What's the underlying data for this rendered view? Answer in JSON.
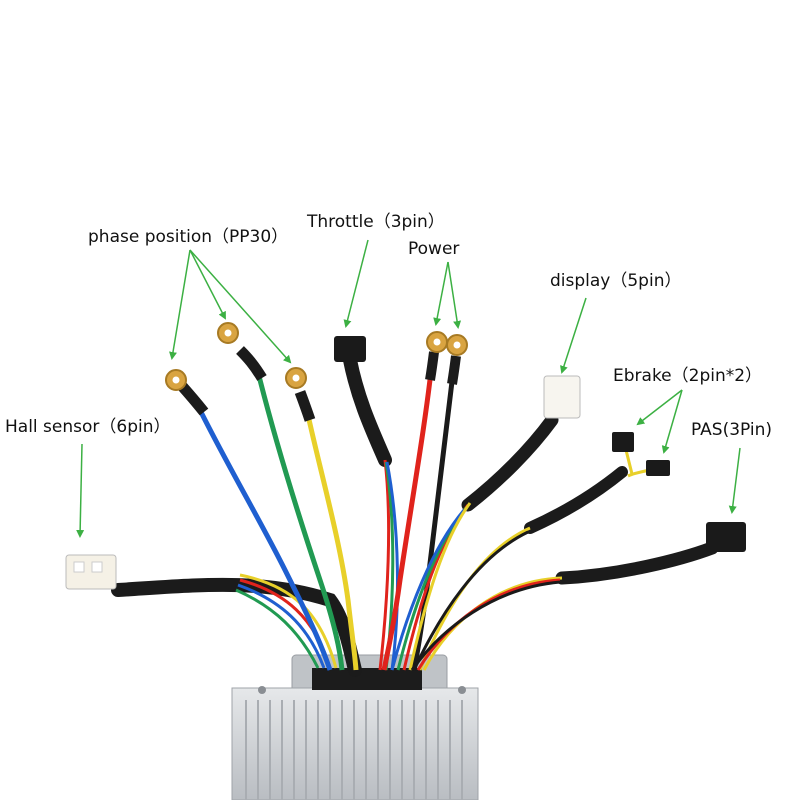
{
  "labels": {
    "phase_position": "phase position（PP30）",
    "throttle": "Throttle（3pin）",
    "power": "Power",
    "display": "display（5pin）",
    "ebrake": "Ebrake（2pin*2）",
    "pas": "PAS(3Pin)",
    "hall_sensor": "Hall sensor（6pin）"
  },
  "colors": {
    "arrow": "#3cb043",
    "wire_blue": "#1f5fd0",
    "wire_green": "#219a52",
    "wire_yellow": "#e8d02a",
    "wire_red": "#e0231c",
    "wire_black": "#1a1a1a",
    "sleeve": "#1b1b1b",
    "terminal": "#d9a441",
    "housing": "#c9cdd2"
  }
}
